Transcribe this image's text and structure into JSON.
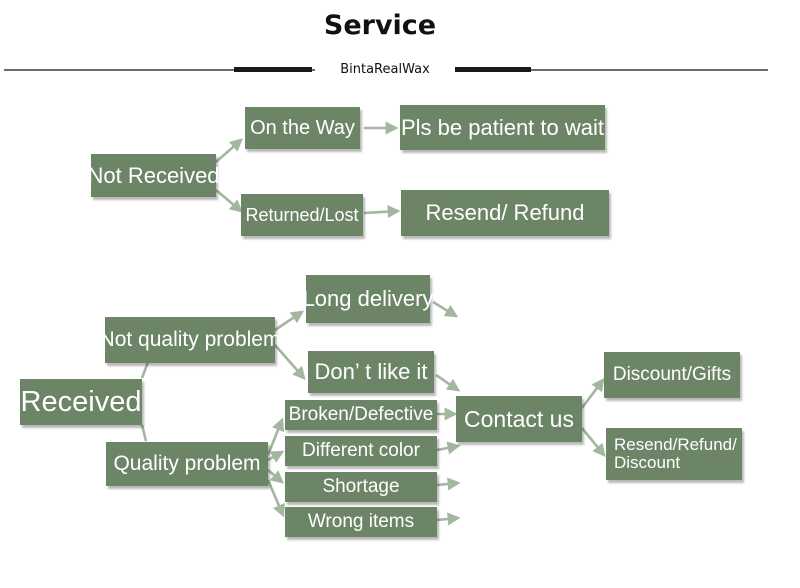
{
  "header": {
    "title": "Service",
    "brand": "BintaRealWax"
  },
  "diagram": {
    "not_received": {
      "root": "Not Received",
      "on_the_way": "On the Way",
      "patient": "Pls be patient to wait",
      "returned_lost": "Returned/Lost",
      "resend_refund": "Resend/ Refund"
    },
    "received": {
      "root": "Received",
      "not_quality_problem": "Not quality problem",
      "long_delivery": "Long delivery",
      "dont_like_it": "Don’ t like it",
      "quality_problem": "Quality problem",
      "broken_defective": "Broken/Defective",
      "different_color": "Different color",
      "shortage": "Shortage",
      "wrong_items": "Wrong items",
      "contact_us": "Contact us",
      "discount_gifts": "Discount/Gifts",
      "resend_refund_discount_line1": "Resend/Refund/",
      "resend_refund_discount_line2": "Discount"
    }
  },
  "colors": {
    "box_fill": "#6c8566",
    "box_text": "#ffffff",
    "arrow": "#a3b79e"
  }
}
